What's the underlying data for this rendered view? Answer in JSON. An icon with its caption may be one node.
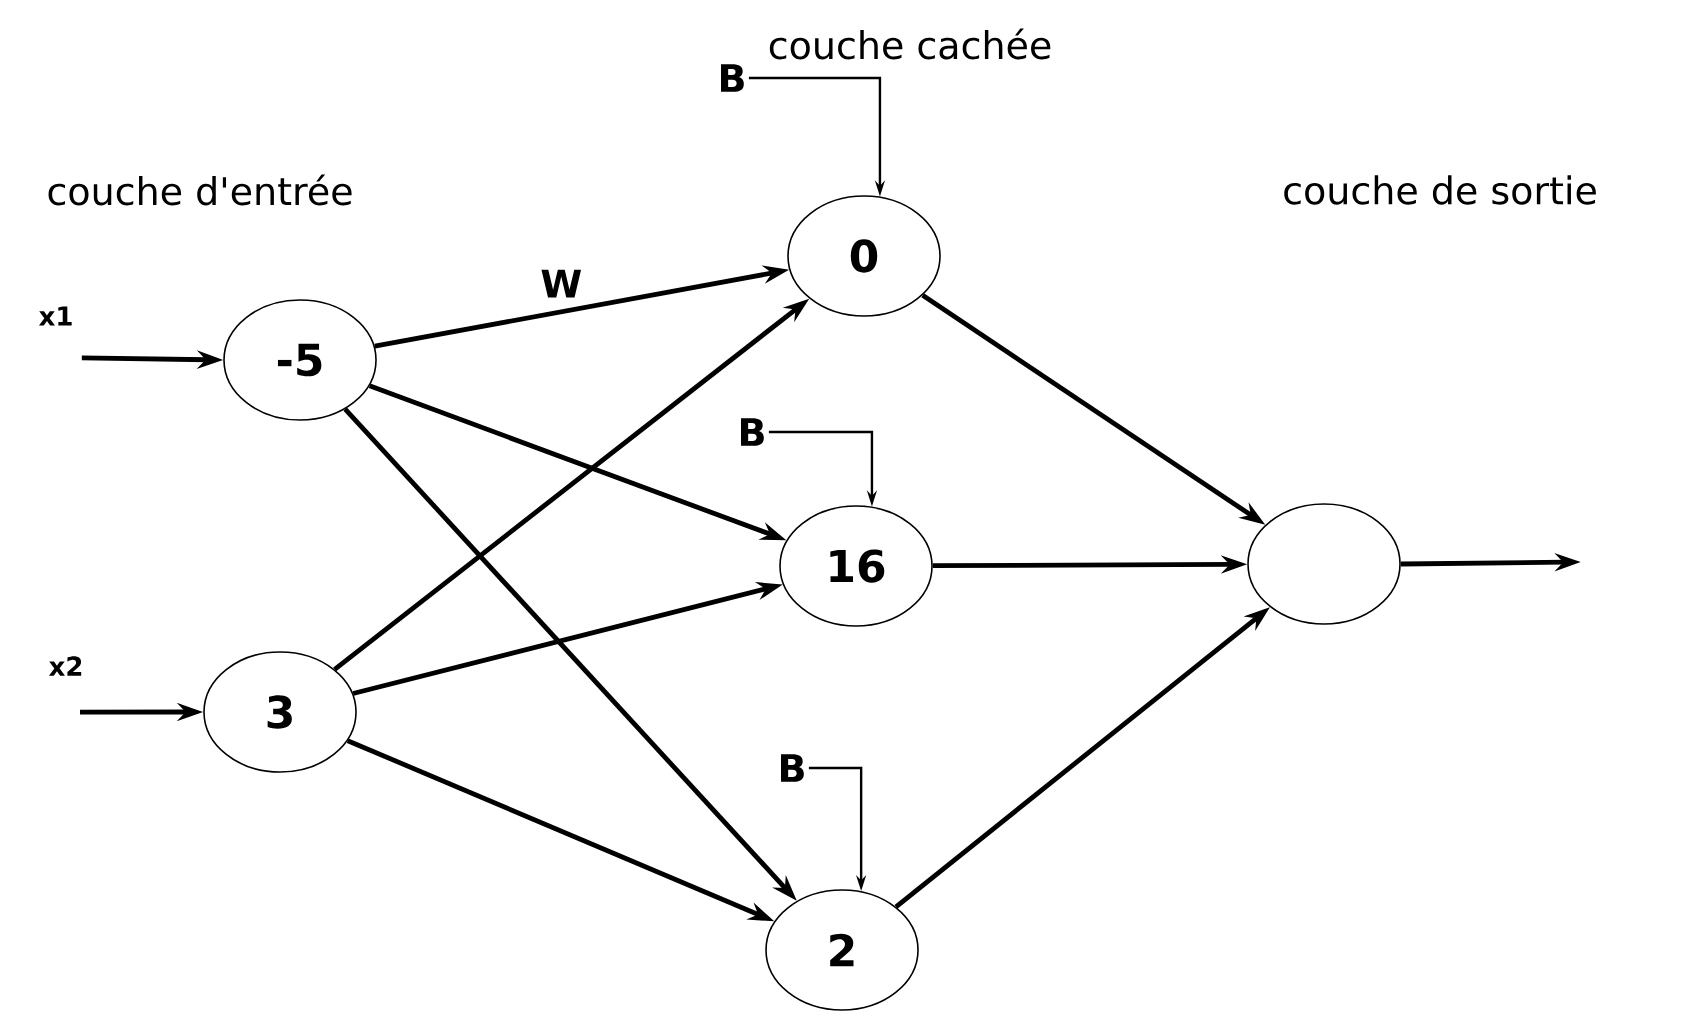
{
  "diagram": {
    "nodes": [
      {
        "text": [
          "x1"
        ]
      },
      {
        "text": [
          "-5"
        ]
      },
      {
        "text": [
          "x2"
        ]
      },
      {
        "text": [
          "3"
        ]
      },
      {
        "text": [
          "B"
        ]
      },
      {
        "text": [
          "0"
        ]
      },
      {
        "text": [
          "B"
        ]
      },
      {
        "text": [
          "16"
        ]
      },
      {
        "text": [
          "B"
        ]
      },
      {
        "text": [
          "2"
        ]
      },
      {
        "text": [],
        "shape": "circle"
      }
    ],
    "edges": [
      {
        "from": 0,
        "to": 1,
        "arrow": "to"
      },
      {
        "from": 2,
        "to": 3,
        "arrow": "to"
      },
      {
        "from": 1,
        "to": 5,
        "arrow": "to",
        "label": "W"
      },
      {
        "from": 1,
        "to": 7,
        "arrow": "to"
      },
      {
        "from": 1,
        "to": 9,
        "arrow": "to"
      },
      {
        "from": 3,
        "to": 5,
        "arrow": "to"
      },
      {
        "from": 3,
        "to": 7,
        "arrow": "to"
      },
      {
        "from": 3,
        "to": 9,
        "arrow": "to"
      },
      {
        "from": 4,
        "to": 5,
        "arrow": "to"
      },
      {
        "from": 6,
        "to": 7,
        "arrow": "to"
      },
      {
        "from": 8,
        "to": 9,
        "arrow": "to"
      },
      {
        "from": 5,
        "to": 10,
        "arrow": "to"
      },
      {
        "from": 7,
        "to": 10,
        "arrow": "to"
      },
      {
        "from": 9,
        "to": 10,
        "arrow": "to"
      },
      {
        "from": 10,
        "to": null,
        "arrow": "to"
      }
    ],
    "labels": [
      "couche cachée",
      "couche d'entrée",
      "couche de sortie"
    ]
  }
}
